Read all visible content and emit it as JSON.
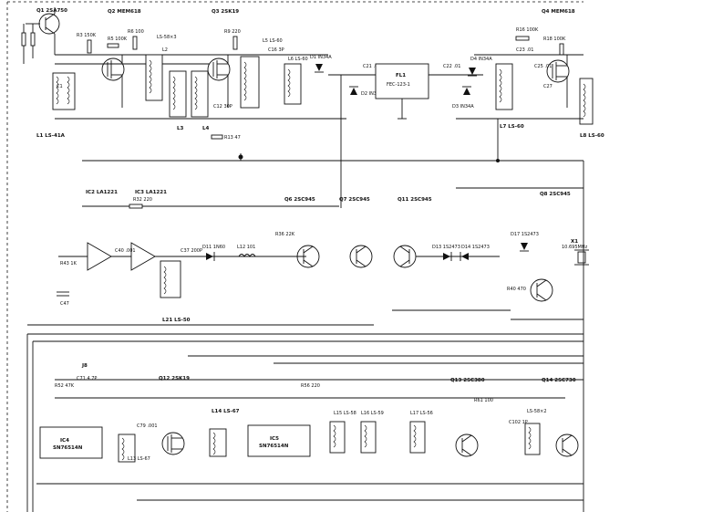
{
  "rf_section": {
    "q1": "Q1 2SA750",
    "q2": "Q2 MEM618",
    "q3": "Q3 2SK19",
    "q4": "Q4 MEM618",
    "l1": "L1 LS-41A",
    "l2": "L2",
    "l3": "L3",
    "l4": "L4",
    "l5": "L5 LS-60",
    "l6": "L6 LS-60",
    "l7": "L7 LS-60",
    "l8": "L8 LS-60",
    "ls58x3": "LS-58×3",
    "fl1": "FL1",
    "fl1_part": "FEC-123-1",
    "d1": "D1 IN34A",
    "d2": "D2 IN34A",
    "d3": "D3 IN34A",
    "d4": "D4 IN34A",
    "r3": "R3 150K",
    "r5": "R5 100K",
    "r6": "R6 100",
    "r9": "R9 220",
    "r13": "R13 47",
    "r16": "R16 100K",
    "r18": "R18 100K",
    "c1": "C1",
    "c12": "C12 30P",
    "c16": "C16 3P",
    "c21": "C21 .01",
    "c22": "C22 .01",
    "c23": "C23 .01",
    "c25": "C25 .01",
    "c27": "C27"
  },
  "if_section": {
    "ic2": "IC2 LA1221",
    "ic3": "IC3 LA1221",
    "q6": "Q6 2SC945",
    "q7": "Q7 2SC945",
    "q8": "Q8 2SC945",
    "q11": "Q11 2SC945",
    "x1": "X1",
    "x1_freq": "10.695MHz",
    "l21": "L21 LS-50",
    "r32": "R32 220",
    "r36": "R36 22K",
    "d11": "D11 1N60",
    "d13": "D13 1S2473",
    "d14": "D14 1S2473",
    "d17": "D17 1S2473",
    "c37": "C37 200P",
    "c40": "C40 .001",
    "c47": "C47",
    "l12": "L12 101",
    "r40": "R40 470",
    "r43": "R43 1K"
  },
  "mix_section": {
    "ic4": "IC4",
    "ic4_part": "SN76514N",
    "ic5": "IC5",
    "ic5_part": "SN76514N",
    "q12": "Q12 2SK19",
    "q13": "Q13 2SC380",
    "q14": "Q14 2SC730",
    "l13": "L13 LS-67",
    "l14": "L14 LS-67",
    "l15": "L15 LS-58",
    "l16": "L16 LS-59",
    "l17": "L17 LS-56",
    "ls58x2": "LS-58×2",
    "c71": "C71 4.7P",
    "c79": "C79 .001",
    "c102": "C102 1P",
    "r52": "R52 47K",
    "r56": "R56 220",
    "r61": "R61 100",
    "j8": "J8"
  }
}
